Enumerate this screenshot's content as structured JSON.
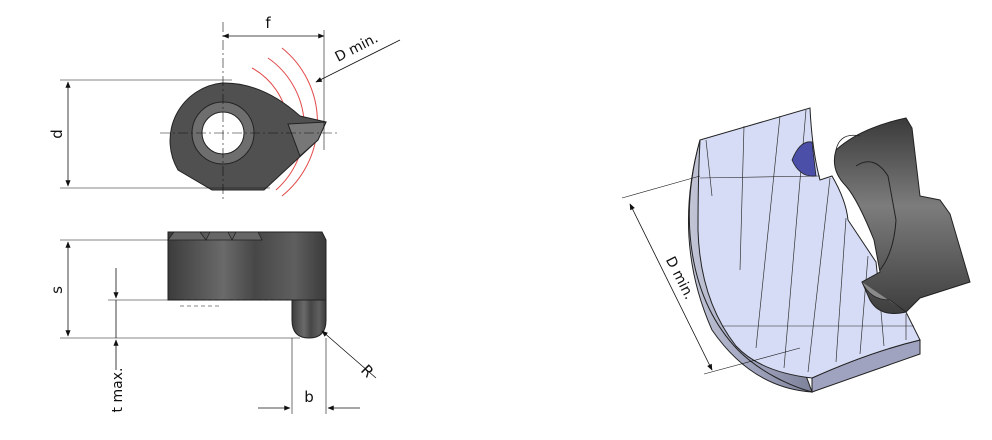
{
  "labels": {
    "f": "f",
    "d_min_top": "D min.",
    "d": "d",
    "s": "s",
    "t_max": "t max.",
    "b": "b",
    "r": "R",
    "d_min_right": "D min."
  },
  "colors": {
    "insert_dark": "#4a4a4a",
    "insert_light": "#8a8a8a",
    "arc_red": "#e24a4a",
    "section_fill": "#d6dcf5",
    "cylinder_fill": "#9fa3bf",
    "groove_fill": "#4b4fa8",
    "line": "#111111"
  }
}
